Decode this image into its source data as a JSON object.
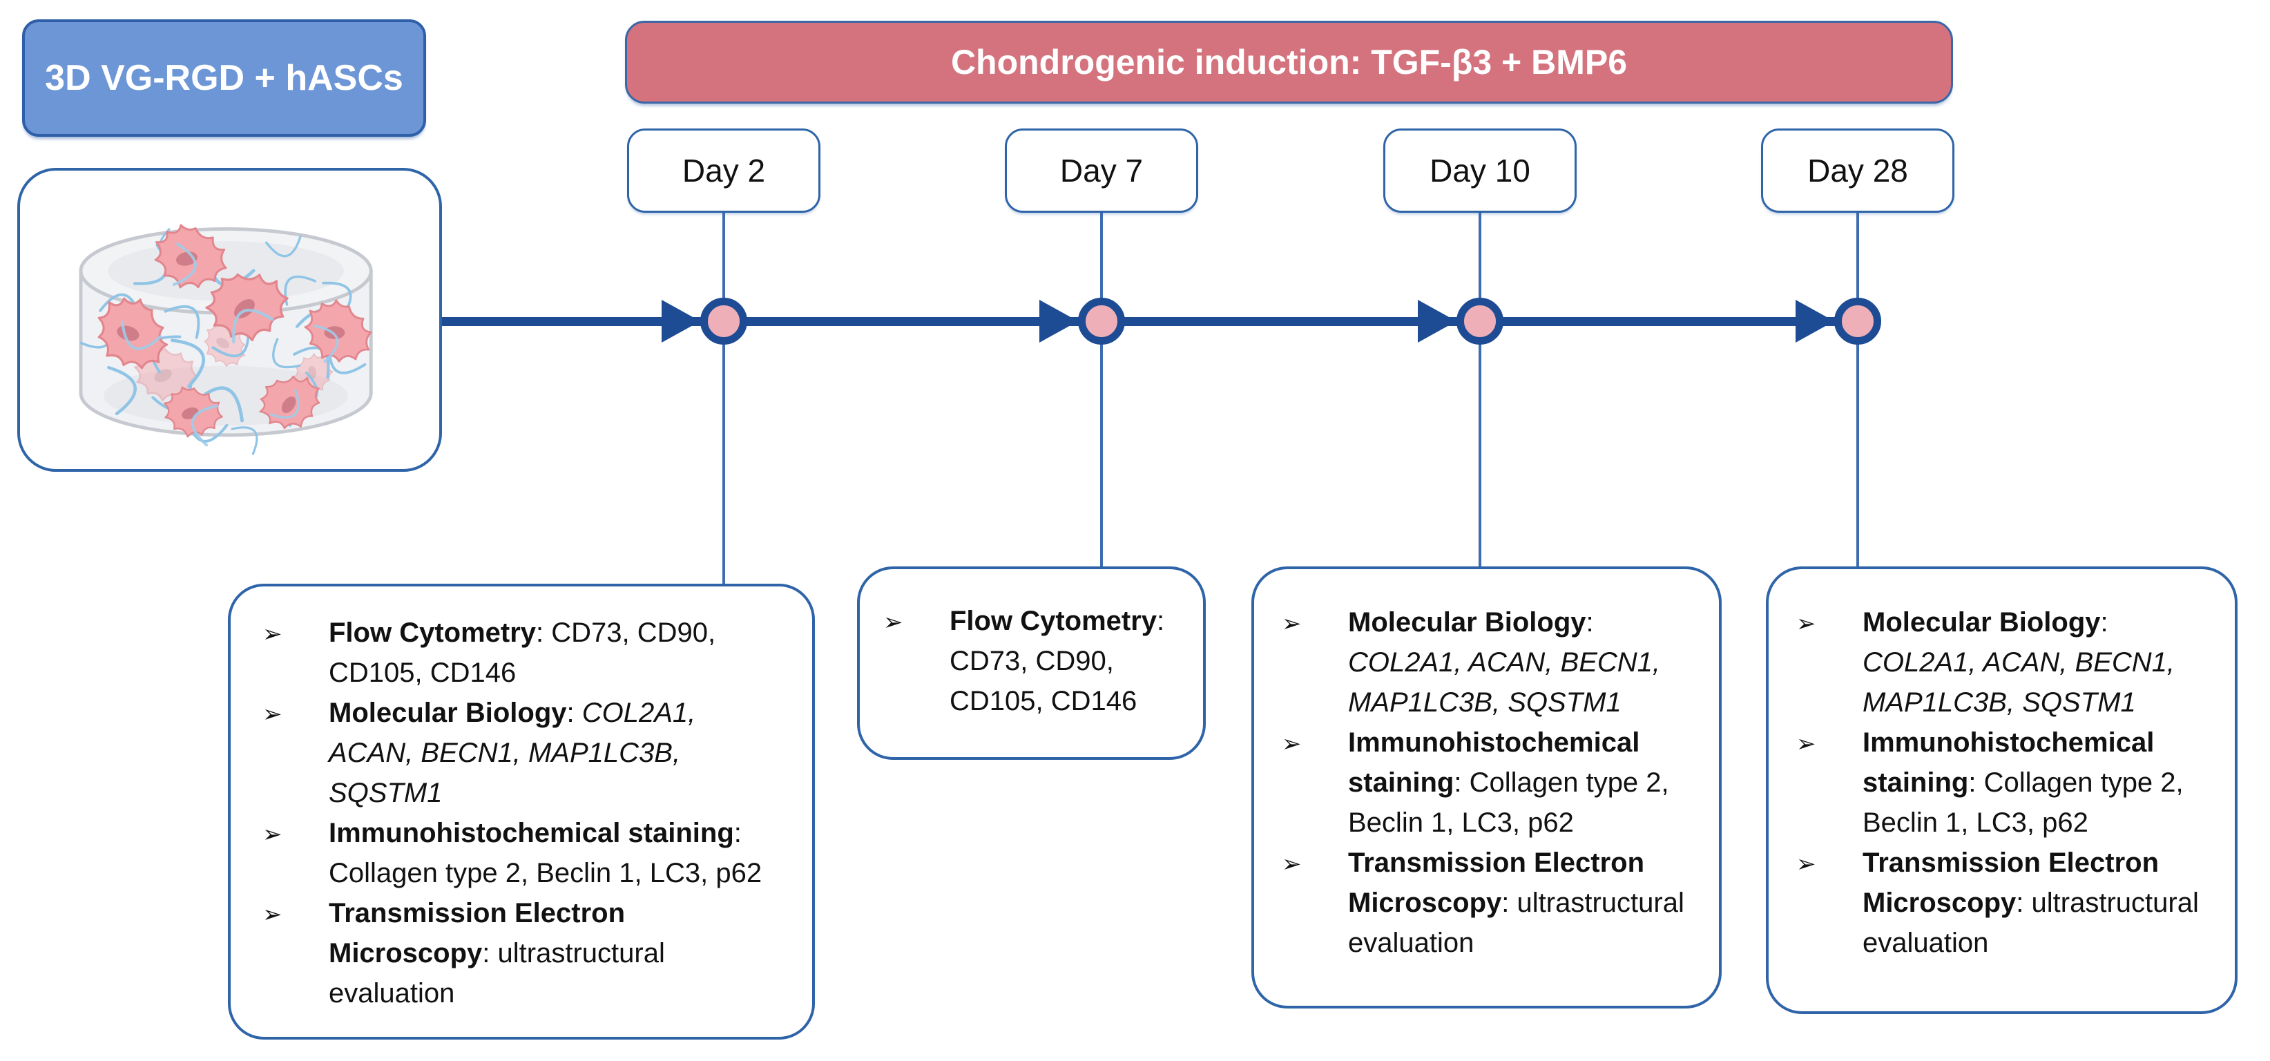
{
  "figure": {
    "sample_box": {
      "label": "3D VG-RGD + hASCs"
    },
    "induction_banner": {
      "label": "Chondrogenic induction: TGF-β3 + BMP6"
    },
    "illustration": {
      "alt": "3D hydrogel scaffold with fiber mesh and seeded stem cells"
    },
    "bullet_glyph": "➢",
    "timeline": [
      {
        "label": "Day 2",
        "assays": [
          [
            {
              "t": "Flow Cytometry",
              "b": true
            },
            {
              "t": ": CD73, CD90,\nCD105, CD146"
            }
          ],
          [
            {
              "t": "Molecular Biology",
              "b": true
            },
            {
              "t": ": "
            },
            {
              "t": "COL2A1,\nACAN, BECN1, MAP1LC3B,\nSQSTM1",
              "i": true
            }
          ],
          [
            {
              "t": "Immunohistochemical staining",
              "b": true
            },
            {
              "t": ":\nCollagen type 2, Beclin 1, LC3, p62"
            }
          ],
          [
            {
              "t": "Transmission Electron\nMicroscopy",
              "b": true
            },
            {
              "t": ": ultrastructural\nevaluation"
            }
          ]
        ]
      },
      {
        "label": "Day 7",
        "assays": [
          [
            {
              "t": "Flow Cytometry",
              "b": true
            },
            {
              "t": ":\nCD73, CD90,\nCD105, CD146"
            }
          ]
        ]
      },
      {
        "label": "Day 10",
        "assays": [
          [
            {
              "t": "Molecular Biology",
              "b": true
            },
            {
              "t": ":\n"
            },
            {
              "t": "COL2A1, ACAN, BECN1,\nMAP1LC3B, SQSTM1",
              "i": true
            }
          ],
          [
            {
              "t": "Immunohistochemical\nstaining",
              "b": true
            },
            {
              "t": ": Collagen type 2,\nBeclin 1, LC3, p62"
            }
          ],
          [
            {
              "t": "Transmission Electron\nMicroscopy",
              "b": true
            },
            {
              "t": ": ultrastructural\nevaluation"
            }
          ]
        ]
      },
      {
        "label": "Day 28",
        "assays": [
          [
            {
              "t": "Molecular Biology",
              "b": true
            },
            {
              "t": ":\n"
            },
            {
              "t": "COL2A1, ACAN, BECN1,\nMAP1LC3B, SQSTM1",
              "i": true
            }
          ],
          [
            {
              "t": "Immunohistochemical\nstaining",
              "b": true
            },
            {
              "t": ": Collagen type 2,\nBeclin 1, LC3, p62"
            }
          ],
          [
            {
              "t": "Transmission Electron\nMicroscopy",
              "b": true
            },
            {
              "t": ": ultrastructural\nevaluation"
            }
          ]
        ]
      }
    ],
    "colors": {
      "navy": "#1d4b94",
      "line_blue": "#3e6cb0",
      "box_border": "#2f64a8",
      "banner_fill": "#d4737e",
      "banner_border": "#3a67a8",
      "sample_fill": "#6d96d6",
      "sample_border": "#2f5fa8",
      "node_fill": "#efafb8",
      "ink": "#111111"
    }
  }
}
